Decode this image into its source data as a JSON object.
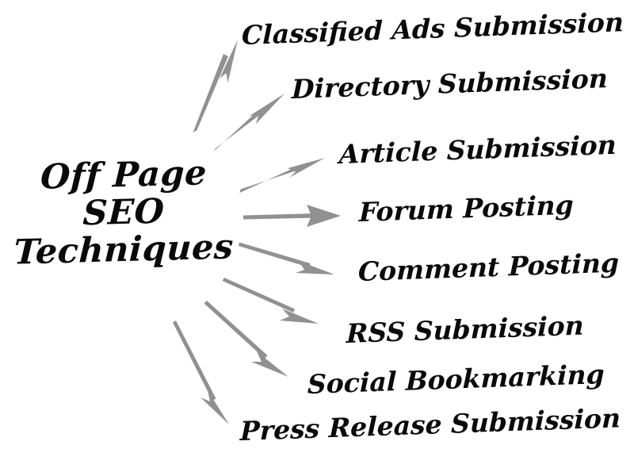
{
  "diagram": {
    "type": "radial-spoke",
    "background_color": "#ffffff",
    "arrow_color": "#919191",
    "text_color": "#0a0a0a",
    "center": {
      "lines": [
        "Off Page",
        "SEO",
        "Techniques"
      ],
      "full_text": "Off Page SEO Techniques"
    },
    "branches": [
      {
        "label": "Classified Ads Submission"
      },
      {
        "label": "Directory Submission"
      },
      {
        "label": "Article Submission"
      },
      {
        "label": "Forum Posting"
      },
      {
        "label": "Comment Posting"
      },
      {
        "label": "RSS Submission"
      },
      {
        "label": "Social Bookmarking"
      },
      {
        "label": "Press Release Submission"
      }
    ]
  }
}
